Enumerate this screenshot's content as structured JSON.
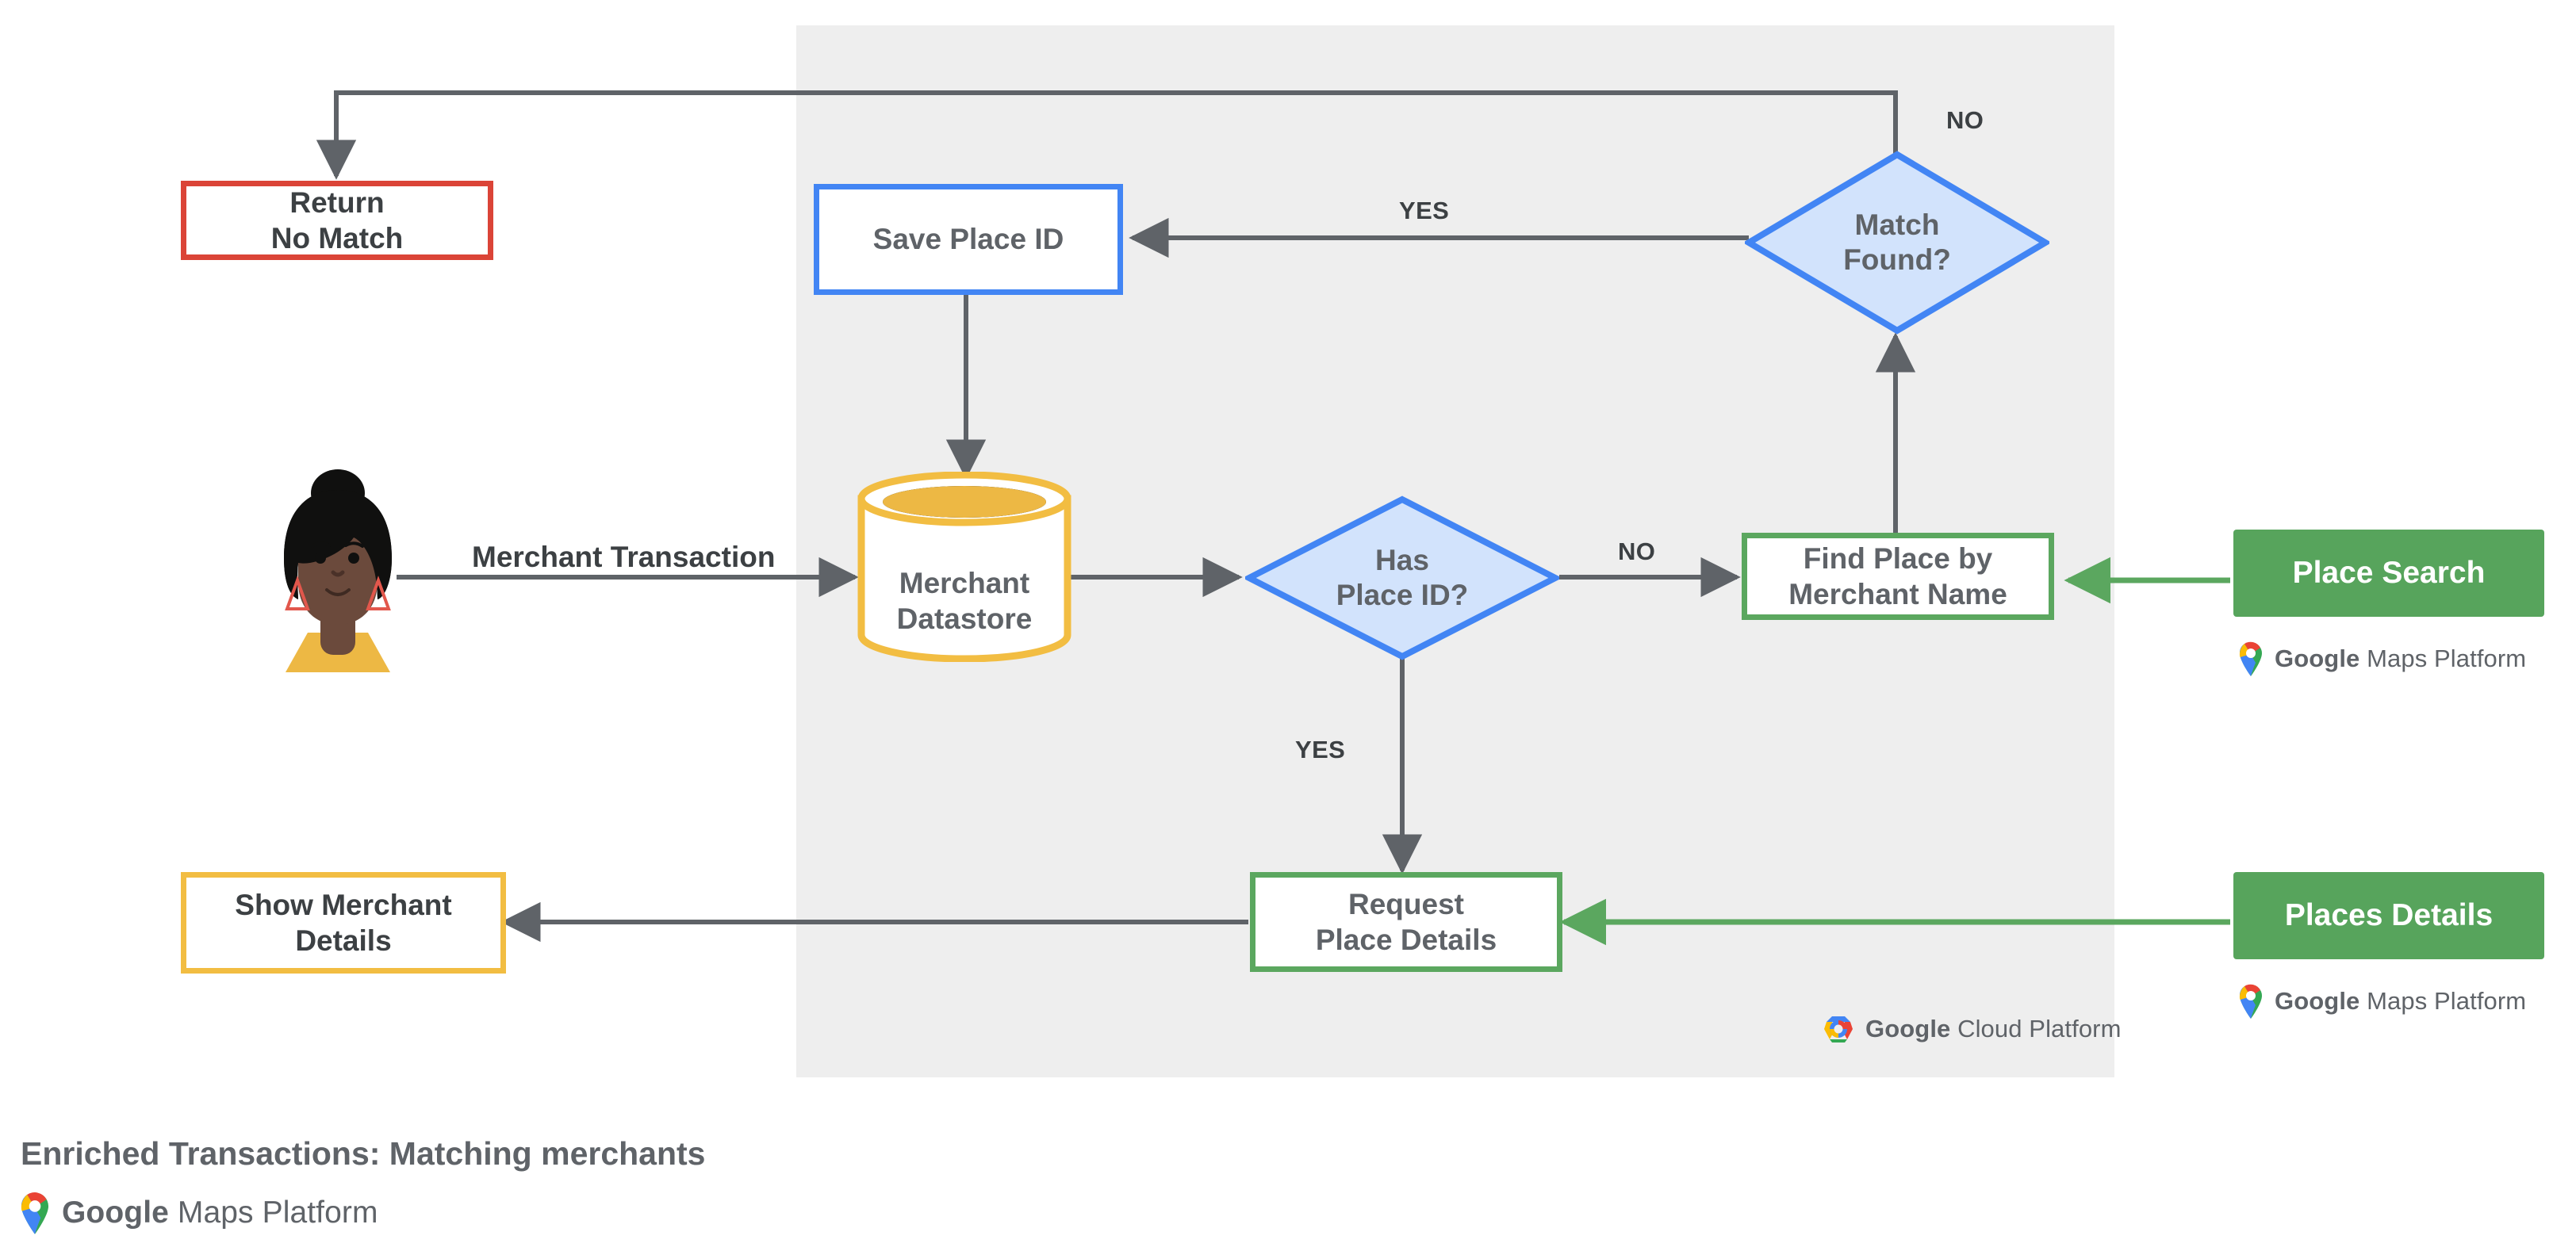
{
  "diagram": {
    "caption": "Enriched Transactions: Matching merchants",
    "panel_label": "google-cloud-platform-region",
    "colors": {
      "panel_bg": "#EEEEEE",
      "red": "#DB4437",
      "blue": "#4285F4",
      "blue_fill": "#D2E3FC",
      "yellow": "#F2BD42",
      "green": "#5BA75F",
      "green_solid": "#57A45C",
      "wire": "#5F6368",
      "text": "#5F6368"
    }
  },
  "nodes": {
    "return_no_match": {
      "label": "Return\nNo Match",
      "shape": "rect",
      "color": "red"
    },
    "save_place_id": {
      "label": "Save Place ID",
      "shape": "rect",
      "color": "blue"
    },
    "match_found": {
      "label": "Match\nFound?",
      "shape": "diamond",
      "color": "blue"
    },
    "merchant_datastore": {
      "label": "Merchant\nDatastore",
      "shape": "cylinder",
      "color": "yellow"
    },
    "has_place_id": {
      "label": "Has\nPlace ID?",
      "shape": "diamond",
      "color": "blue"
    },
    "find_place_by_merchant_name": {
      "label": "Find Place by\nMerchant Name",
      "shape": "rect",
      "color": "green"
    },
    "place_search": {
      "label": "Place Search",
      "shape": "rect",
      "color": "green_solid"
    },
    "request_place_details": {
      "label": "Request\nPlace Details",
      "shape": "rect",
      "color": "green"
    },
    "places_details": {
      "label": "Places Details",
      "shape": "rect",
      "color": "green_solid"
    },
    "show_merchant_details": {
      "label": "Show Merchant\nDetails",
      "shape": "rect",
      "color": "yellow"
    },
    "customer": {
      "label": "customer-avatar",
      "shape": "illustration"
    }
  },
  "edge_labels": {
    "merchant_transaction": "Merchant Transaction",
    "has_place_id_no": "NO",
    "has_place_id_yes": "YES",
    "match_found_yes": "YES",
    "match_found_no": "NO"
  },
  "logos": {
    "maps_platform": {
      "google": "Google",
      "product": "Maps Platform"
    },
    "cloud_platform": {
      "google": "Google",
      "product": "Cloud Platform"
    }
  }
}
